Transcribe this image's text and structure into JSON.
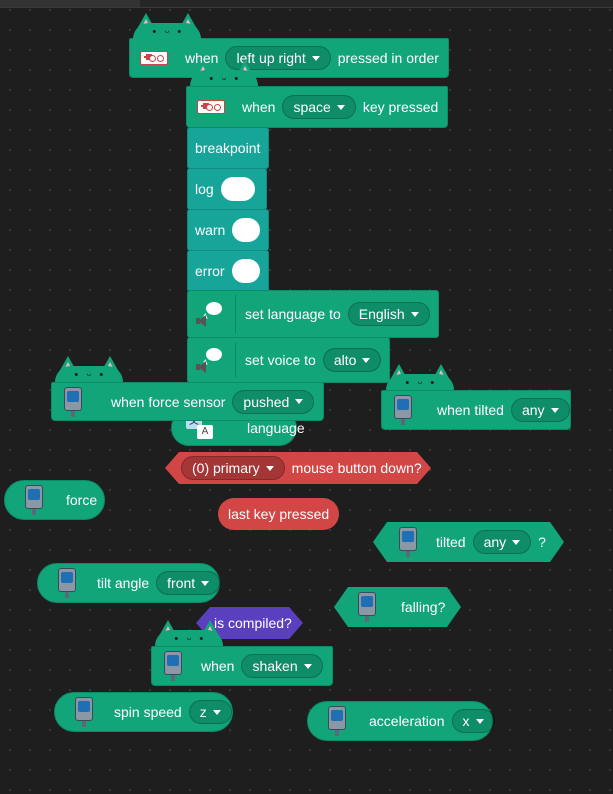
{
  "blocks": {
    "pressed_in_order": {
      "when": "when",
      "value": "left up right",
      "suffix": "pressed in order"
    },
    "key_pressed": {
      "when": "when",
      "value": "space",
      "suffix": "key pressed"
    },
    "breakpoint": {
      "label": "breakpoint"
    },
    "log": {
      "label": "log"
    },
    "warn": {
      "label": "warn"
    },
    "error": {
      "label": "error"
    },
    "set_language": {
      "label": "set language to",
      "value": "English"
    },
    "set_voice": {
      "label": "set voice to",
      "value": "alto"
    },
    "force_sensor": {
      "label": "when force sensor",
      "value": "pushed"
    },
    "when_tilted": {
      "label": "when tilted",
      "value": "any"
    },
    "language": {
      "label": "language"
    },
    "mouse_button": {
      "value": "(0) primary",
      "suffix": "mouse button down?"
    },
    "force": {
      "label": "force"
    },
    "last_key": {
      "label": "last key pressed"
    },
    "tilted_q": {
      "label": "tilted",
      "value": "any",
      "suffix": "?"
    },
    "tilt_angle": {
      "label": "tilt angle",
      "value": "front"
    },
    "falling": {
      "label": "falling?"
    },
    "is_compiled": {
      "label": "is compiled?"
    },
    "when_shaken": {
      "label": "when",
      "value": "shaken"
    },
    "spin_speed": {
      "label": "spin speed",
      "value": "z"
    },
    "acceleration": {
      "label": "acceleration",
      "value": "x"
    }
  },
  "icons": {
    "keyboard": "keyboard-icon",
    "speaker": "text-to-speech-icon",
    "device": "microbit-device-icon",
    "translate": "translate-icon",
    "cat": "hat-cat-icon"
  },
  "colors": {
    "background": "#1e1e1e",
    "events_green": "#12a57a",
    "debug_teal": "#17a59a",
    "sensing_red": "#d24646",
    "operator_purple": "#5a3fbf",
    "toggle_white": "#ffffff"
  }
}
